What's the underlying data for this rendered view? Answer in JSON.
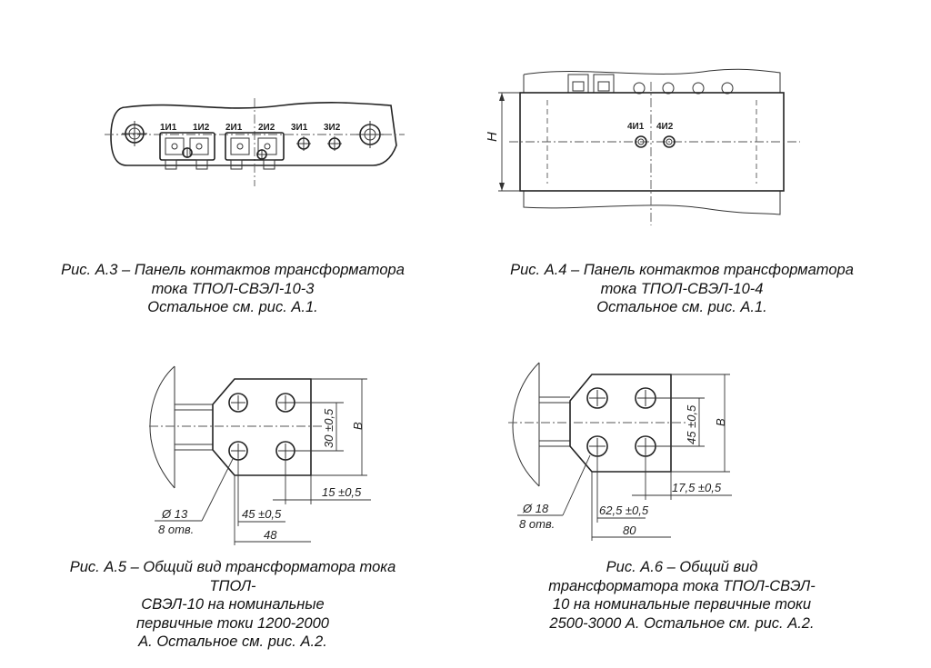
{
  "figures": {
    "a3": {
      "terminals": [
        "1И1",
        "1И2",
        "2И1",
        "2И2",
        "3И1",
        "3И2"
      ],
      "caption": [
        "Рис. А.3 – Панель контактов трансформатора",
        "тока ТПОЛ-СВЭЛ-10-3",
        "Остальное см. рис. А.1."
      ]
    },
    "a4": {
      "terminals": [
        "4И1",
        "4И2"
      ],
      "dimension_h": "H",
      "caption": [
        "Рис. А.4 – Панель контактов трансформатора",
        "тока ТПОЛ-СВЭЛ-10-4",
        "Остальное см. рис. А.1."
      ]
    },
    "a5": {
      "dim_hole_spacing_v": "30 ±0,5",
      "dim_b": "B",
      "dim_edge": "15 ±0,5",
      "dim_hole_spacing_h": "45 ±0,5",
      "dim_width": "48",
      "hole_diameter": "Ø 13",
      "hole_count": "8 отв.",
      "caption": [
        "Рис. А.5 – Общий вид трансформатора тока",
        "ТПОЛ-",
        "СВЭЛ-10 на номинальные",
        "первичные токи 1200-2000",
        "А. Остальное см. рис. А.2."
      ]
    },
    "a6": {
      "dim_hole_spacing_v": "45 ±0,5",
      "dim_b": "B",
      "dim_edge": "17,5 ±0,5",
      "dim_hole_spacing_h": "62,5 ±0,5",
      "dim_width": "80",
      "hole_diameter": "Ø 18",
      "hole_count": "8 отв.",
      "caption": [
        "Рис. А.6 – Общий вид",
        "трансформатора тока ТПОЛ-СВЭЛ-",
        "10 на номинальные первичные токи",
        "2500-3000 А. Остальное см. рис. А.2."
      ]
    }
  }
}
